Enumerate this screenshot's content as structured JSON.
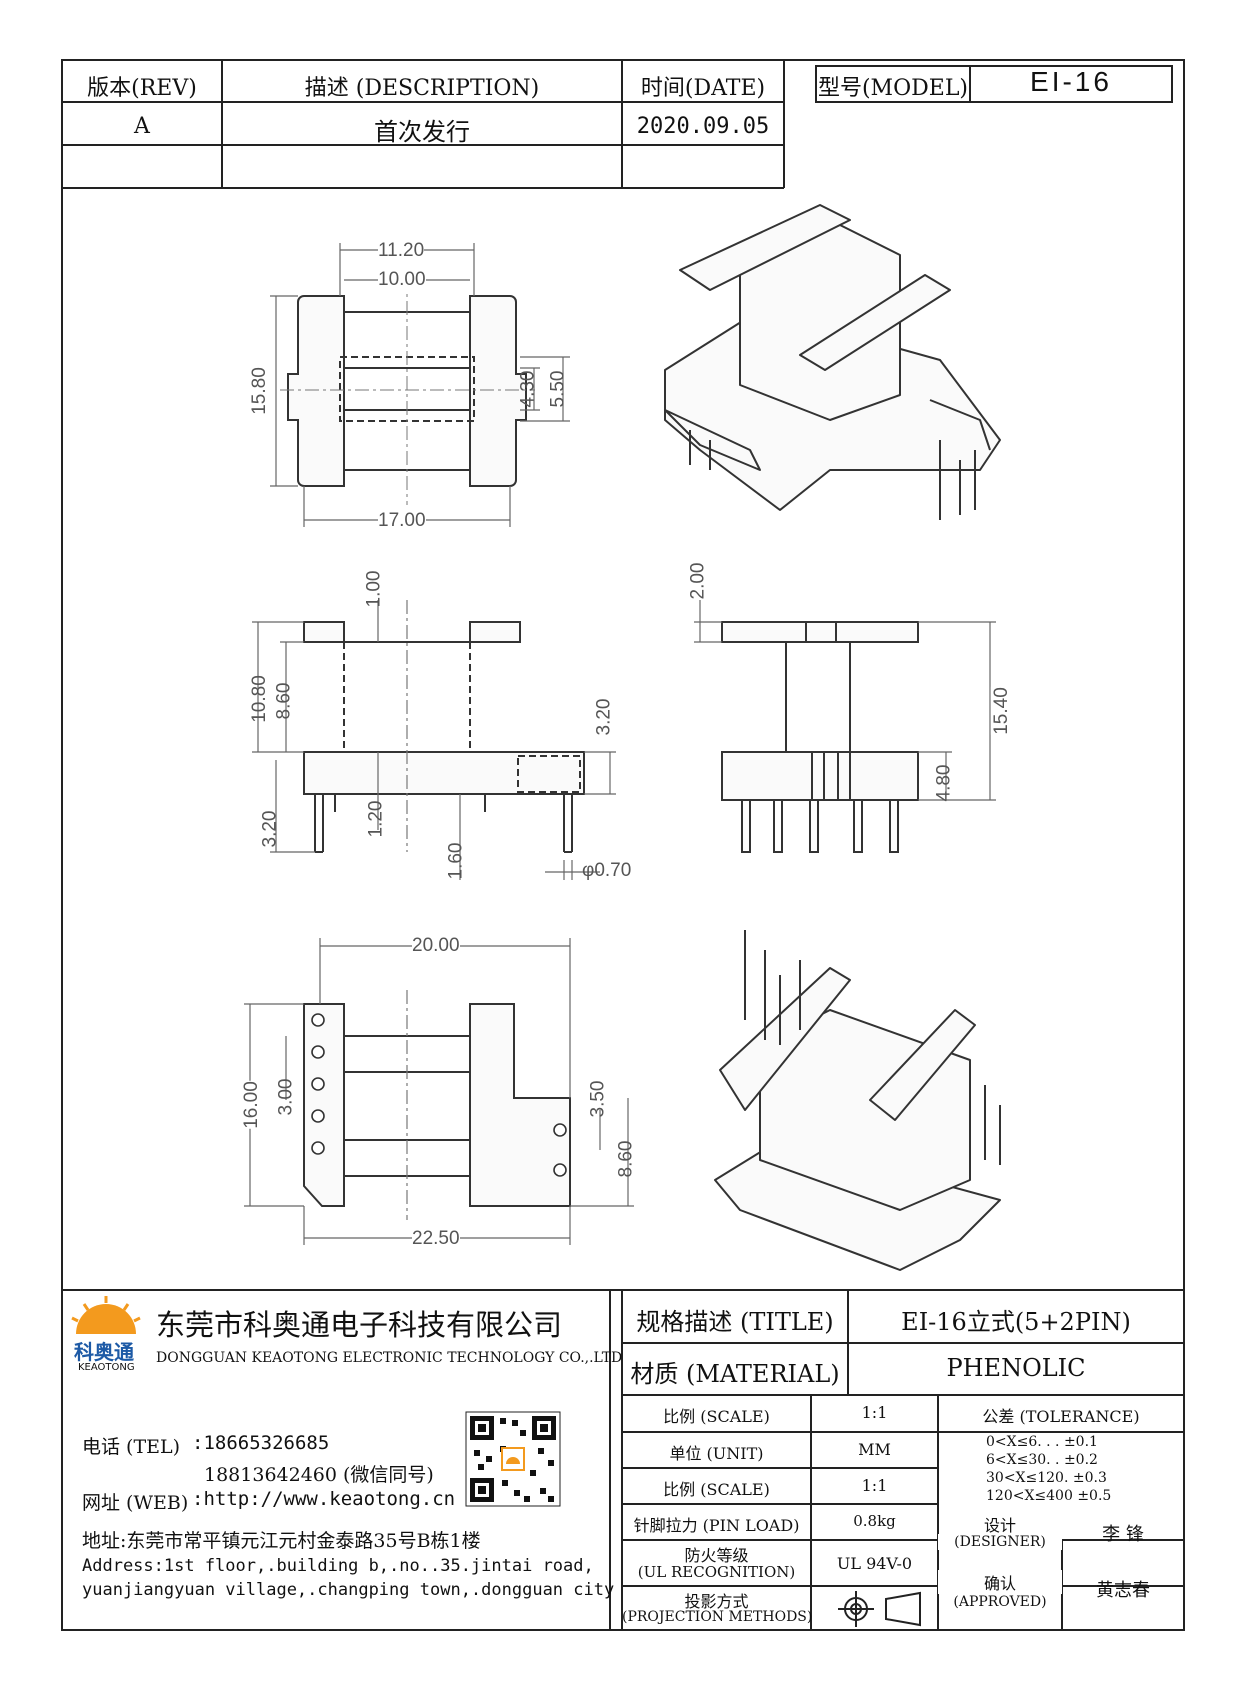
{
  "rev_table": {
    "rev_header": "版本(REV)",
    "desc_header": "描述 (DESCRIPTION)",
    "date_header": "时间(DATE)",
    "rev_value": "A",
    "desc_value": "首次发行",
    "date_value": "2020.09.05"
  },
  "model": {
    "label": "型号(MODEL)",
    "value": "EI-16"
  },
  "dimensions": {
    "top_view": [
      "11.20",
      "10.00",
      "15.80",
      "4.30",
      "5.50",
      "17.00"
    ],
    "front_view": [
      "1.00",
      "10.80",
      "8.60",
      "3.20",
      "3.20",
      "1.20",
      "1.60",
      "φ0.70"
    ],
    "side_view": [
      "2.00",
      "15.40",
      "4.80"
    ],
    "bottom_view": [
      "20.00",
      "16.00",
      "3.00",
      "3.50",
      "8.60",
      "22.50"
    ]
  },
  "company": {
    "logo_text": "科奥通",
    "logo_sub": "KEAOTONG",
    "name_cn": "东莞市科奥通电子科技有限公司",
    "name_en": "DONGGUAN KEAOTONG ELECTRONIC TECHNOLOGY CO.,.LTD",
    "tel_label": "电话 (TEL)",
    "tel1": ":18665326685",
    "tel2": "18813642460 (微信同号)",
    "web_label": "网址 (WEB)",
    "web": ":http://www.keaotong.cn",
    "addr_cn": "地址:东莞市常平镇元江元村金泰路35号B栋1楼",
    "addr_en1": "Address:1st floor,.building b,.no..35.jintai road,",
    "addr_en2": "yuanjiangyuan village,.changping town,.dongguan city"
  },
  "title_block": {
    "title_label": "规格描述 (TITLE)",
    "title_value": "EI-16立式(5+2PIN)",
    "material_label": "材质 (MATERIAL)",
    "material_value": "PHENOLIC",
    "scale_label": "比例 (SCALE)",
    "scale_value": "1:1",
    "unit_label": "单位 (UNIT)",
    "unit_value": "MM",
    "scale2_label": "比例 (SCALE)",
    "scale2_value": "1:1",
    "pinload_label": "针脚拉力 (PIN LOAD)",
    "pinload_value": "0.8kg",
    "ul_label1": "防火等级",
    "ul_label2": "(UL RECOGNITION)",
    "ul_value": "UL 94V-0",
    "proj_label1": "投影方式",
    "proj_label2": "(PROJECTION METHODS)",
    "tolerance_label": "公差 (TOLERANCE)",
    "tolerance_lines": [
      "0<X≤6. . .  ±0.1",
      "6<X≤30. .  ±0.2",
      "30<X≤120.  ±0.3",
      "120<X≤400  ±0.5"
    ],
    "designer_label1": "设计",
    "designer_label2": "(DESIGNER)",
    "designer_value": "李  锋",
    "approved_label1": "确认",
    "approved_label2": "(APPROVED)",
    "approved_value": "黄志春"
  }
}
